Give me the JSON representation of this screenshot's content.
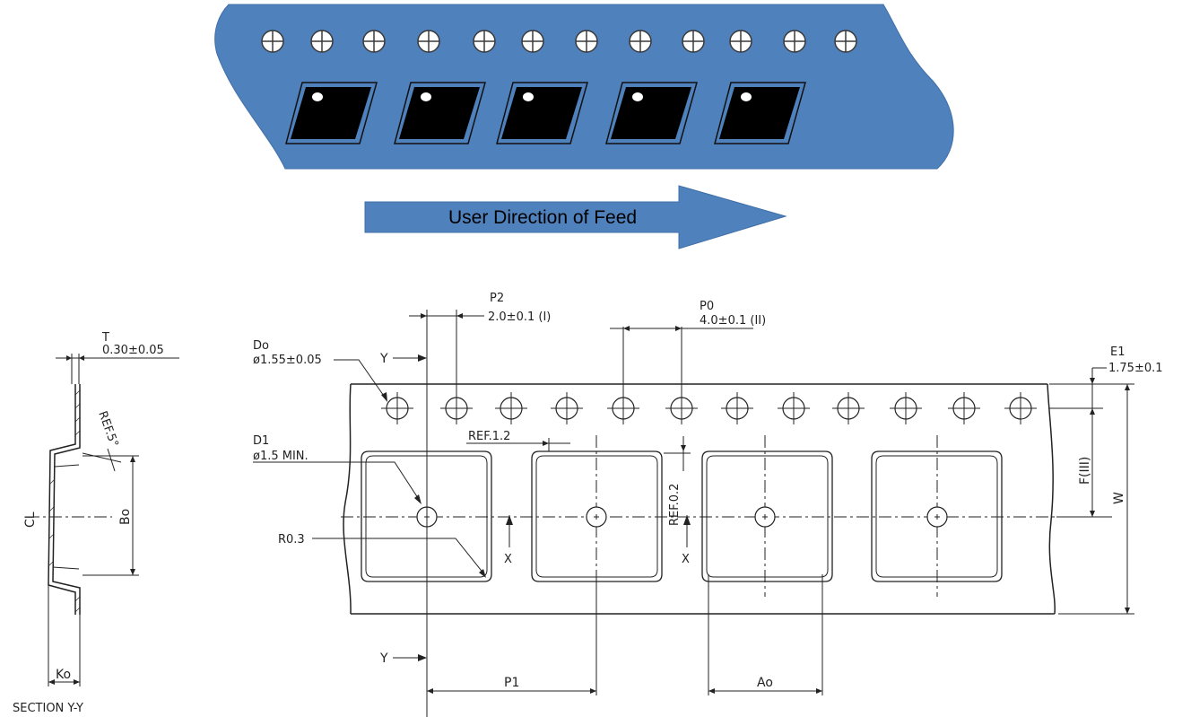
{
  "colors": {
    "tape_blue": "#4f81bd",
    "tape_edge": "#3f6fa8",
    "pocket_black": "#000000",
    "line": "#222222"
  },
  "feed_arrow": {
    "label": "User Direction of Feed"
  },
  "section": {
    "title": "SECTION Y-Y",
    "thickness_label": "T",
    "thickness_value": "0.30±0.05",
    "ref_angle": "REF.5°",
    "centerline": "CL",
    "bo_label": "Bo",
    "ko_label": "Ko"
  },
  "dimensions": {
    "p2_label": "P2",
    "p2_value": "2.0±0.1 (I)",
    "p0_label": "P0",
    "p0_value": "4.0±0.1 (II)",
    "do_label": "Do",
    "do_value": "ø1.55±0.05",
    "e1_label": "E1",
    "e1_value": "1.75±0.1",
    "d1_label": "D1",
    "d1_value": "ø1.5 MIN.",
    "ref_1_2": "REF.1.2",
    "ref_0_2": "REF.0.2",
    "r0_3": "R0.3",
    "f_label": "F(III)",
    "w_label": "W",
    "p1_label": "P1",
    "ao_label": "Ao",
    "x_label": "X",
    "y_label": "Y"
  }
}
